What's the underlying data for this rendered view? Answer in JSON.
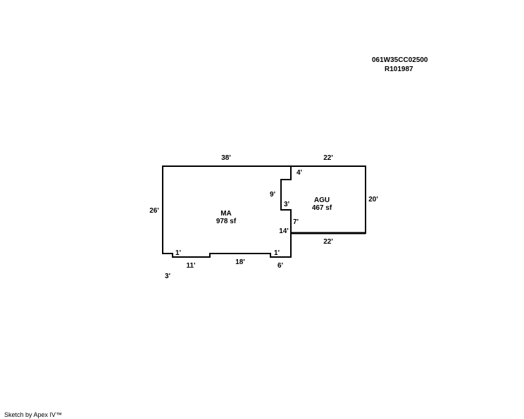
{
  "header": {
    "parcel_id": "061W35CC02500",
    "account_id": "R101987"
  },
  "areas": {
    "main": {
      "code": "MA",
      "area": "978 sf"
    },
    "garage": {
      "code": "AGU",
      "area": "467 sf"
    }
  },
  "dimensions": {
    "ma_top": "38'",
    "ma_left": "26'",
    "ma_step_left": "1'",
    "ma_bottom_left_drop": "3'",
    "ma_bottom_a": "11'",
    "ma_bottom_b": "18'",
    "ma_step_right": "1'",
    "ma_bottom_right": "6'",
    "shared_upper": "4'",
    "notch_height": "9'",
    "notch_depth": "3'",
    "notch_lower": "7'",
    "ma_right_lower": "14'",
    "agu_top": "22'",
    "agu_right": "20'",
    "agu_bottom": "22'"
  },
  "footer": {
    "credit": "Sketch by Apex IV™"
  }
}
